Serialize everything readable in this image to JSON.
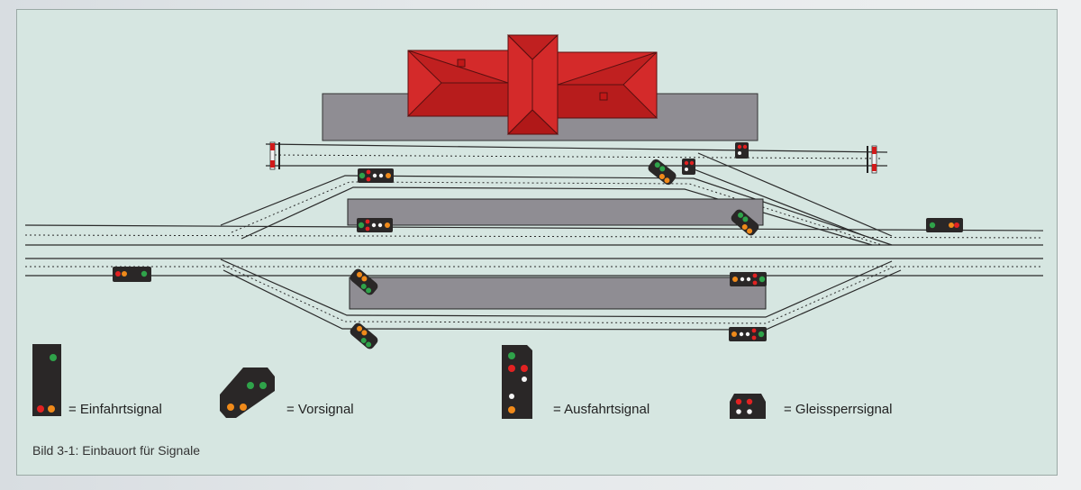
{
  "legend": {
    "einfahrt": "= Einfahrtsignal",
    "vorsignal": "= Vorsignal",
    "ausfahrt": "= Ausfahrtsignal",
    "gleissperr": "= Gleissperrsignal"
  },
  "caption": "Bild 3-1: Einbauort für Signale",
  "colors": {
    "panel": "#d6e6e1",
    "roof": "#d42a2a",
    "platform": "#8f8d93",
    "signal_body": "#2a2727",
    "lamp_green": "#2fa34a",
    "lamp_red": "#e22222",
    "lamp_yellow": "#f08a1a",
    "lamp_white": "#f4f4f4"
  }
}
